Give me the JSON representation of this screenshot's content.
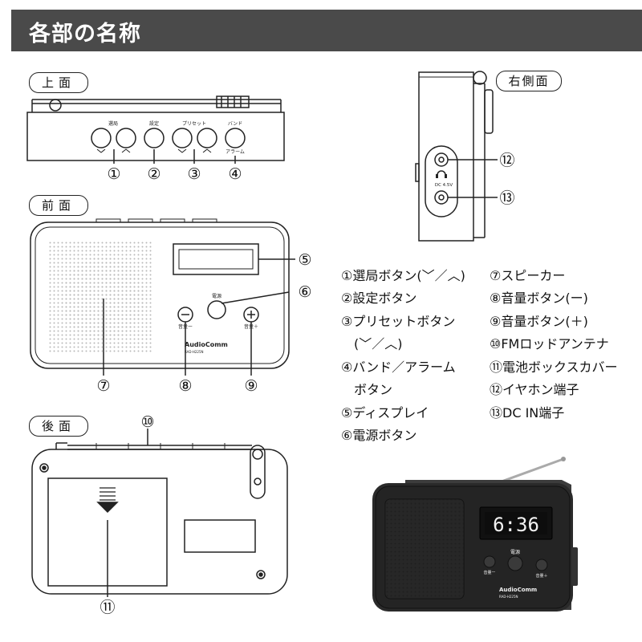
{
  "title": "各部の名称",
  "views": {
    "top": "上面",
    "front": "前面",
    "back": "後面",
    "right": "右側面"
  },
  "top_button_labels": {
    "tune": "選局",
    "set": "設定",
    "preset": "プリセット",
    "band": "バンド",
    "alarm": "アラーム"
  },
  "front_labels": {
    "power": "電源",
    "vol_down": "音量ー",
    "vol_up": "音量＋",
    "brand": "AudioComm",
    "model": "RAD-H225N"
  },
  "right_labels": {
    "dc": "DC 4.5V"
  },
  "callouts": [
    "①",
    "②",
    "③",
    "④",
    "⑤",
    "⑥",
    "⑦",
    "⑧",
    "⑨",
    "⑩",
    "⑪",
    "⑫",
    "⑬"
  ],
  "legend_left": [
    "①選局ボタン(﹀／︿)",
    "②設定ボタン",
    "③プリセットボタン",
    "(﹀／︿)",
    "④バンド／アラーム",
    "ボタン",
    "⑤ディスプレイ",
    "⑥電源ボタン"
  ],
  "legend_right": [
    "⑦スピーカー",
    "⑧音量ボタン(ー)",
    "⑨音量ボタン(＋)",
    "⑩FMロッドアンテナ",
    "⑪電池ボックスカバー",
    "⑫イヤホン端子",
    "⑬DC IN端子"
  ],
  "photo": {
    "display": "6:36",
    "power": "電源",
    "vol_down": "音量ー",
    "vol_up": "音量＋",
    "brand": "AudioComm",
    "model": "RAD-H225N"
  }
}
